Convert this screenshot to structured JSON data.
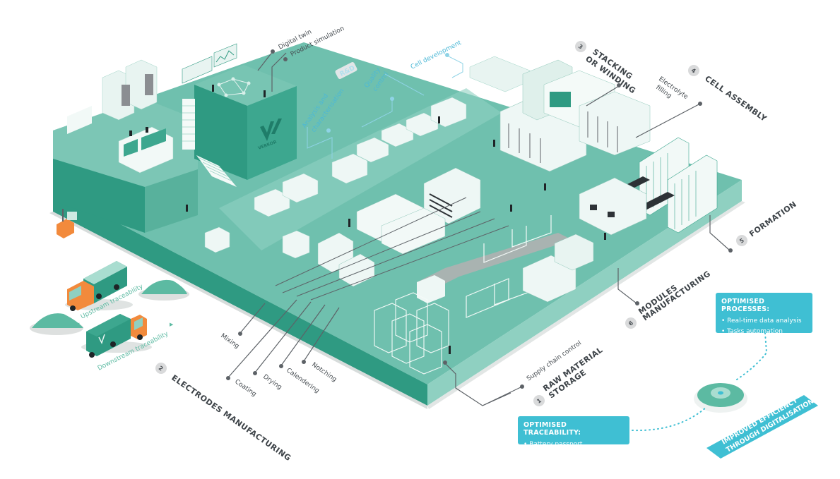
{
  "brand": {
    "name": "VERKOR",
    "colors": {
      "floor_top": "#6fc0ae",
      "floor_side_dark": "#2f9a82",
      "floor_side_light": "#8fd0c1",
      "machine_white": "#e8f4f1",
      "accent_blue": "#3fbfd3",
      "leader_gray": "#5d6267",
      "truck_orange": "#f28a3c",
      "label_gray": "#444a4f"
    }
  },
  "rnd": {
    "badge": "R&D",
    "labels": {
      "digital_twin": "Digital twin",
      "product_simulation": "Product simulation",
      "analysis": "Analysis and characterisation",
      "analysis_line1": "Analysis and",
      "analysis_line2": "characterisation",
      "quality_line1": "Quality",
      "quality_line2": "control",
      "cell_development": "Cell development"
    }
  },
  "stages": [
    {
      "number": "1",
      "title_line1": "RAW MATERIAL",
      "title_line2": "STORAGE",
      "sublabel": "Supply chain control"
    },
    {
      "number": "2",
      "title_line1": "ELECTRODES MANUFACTURING",
      "title_line2": "",
      "sublabels": [
        "Mixing",
        "Coating",
        "Drying",
        "Calendering",
        "Notching"
      ]
    },
    {
      "number": "3",
      "title_line1": "STACKING",
      "title_line2": "OR WINDING"
    },
    {
      "number": "4",
      "title_line1": "CELL ASSEMBLY",
      "title_line2": "",
      "sublabel_line1": "Electrolyte",
      "sublabel_line2": "filling"
    },
    {
      "number": "5",
      "title_line1": "FORMATION",
      "title_line2": ""
    },
    {
      "number": "6",
      "title_line1": "MODULES",
      "title_line2": "MANUFACTURING"
    }
  ],
  "logistics": {
    "upstream": "Upstream traceability",
    "downstream": "Downstream traceability"
  },
  "info_boxes": {
    "processes": {
      "title": "OPTIMISED PROCESSES:",
      "items": [
        "• Real-time data analysis",
        "• Tasks automation"
      ]
    },
    "traceability": {
      "title": "OPTIMISED TRACEABILITY:",
      "items": [
        "• Battery passport"
      ]
    }
  },
  "banner": {
    "line1": "IMPROVED EFFICIENCY",
    "line2": "THROUGH DIGITALISATION"
  }
}
